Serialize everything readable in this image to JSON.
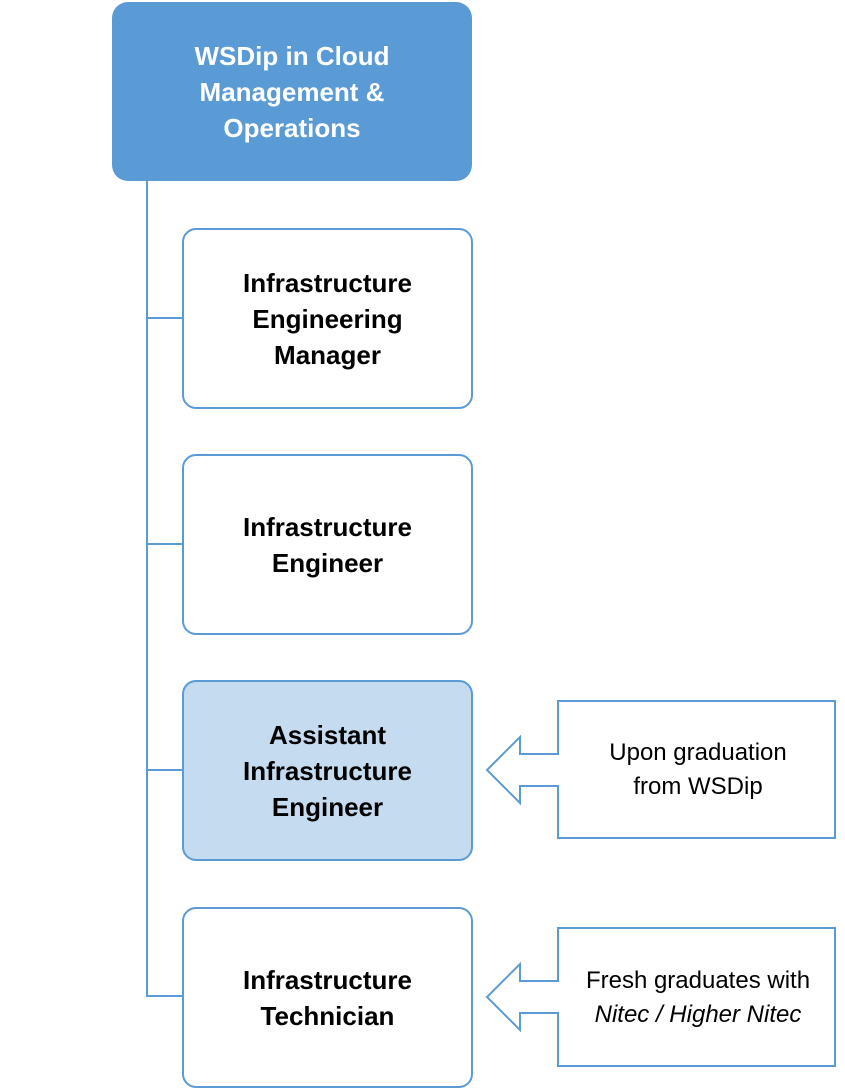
{
  "root": {
    "lines": [
      "WSDip in Cloud",
      "Management &",
      "Operations"
    ]
  },
  "roles": [
    {
      "lines": [
        "Infrastructure",
        "Engineering",
        "Manager"
      ]
    },
    {
      "lines": [
        "Infrastructure",
        "Engineer"
      ]
    },
    {
      "lines": [
        "Assistant",
        "Infrastructure",
        "Engineer"
      ],
      "highlighted": true
    },
    {
      "lines": [
        "Infrastructure",
        "Technician"
      ]
    }
  ],
  "callouts": [
    {
      "target": "Assistant Infrastructure Engineer",
      "lines": [
        "Upon graduation",
        "from WSDip"
      ]
    },
    {
      "target": "Infrastructure Technician",
      "line1": "Fresh graduates with",
      "line2_italic": "Nitec / Higher Nitec"
    }
  ],
  "colors": {
    "accent": "#5b9bd5",
    "highlight": "#c5dbf0"
  }
}
